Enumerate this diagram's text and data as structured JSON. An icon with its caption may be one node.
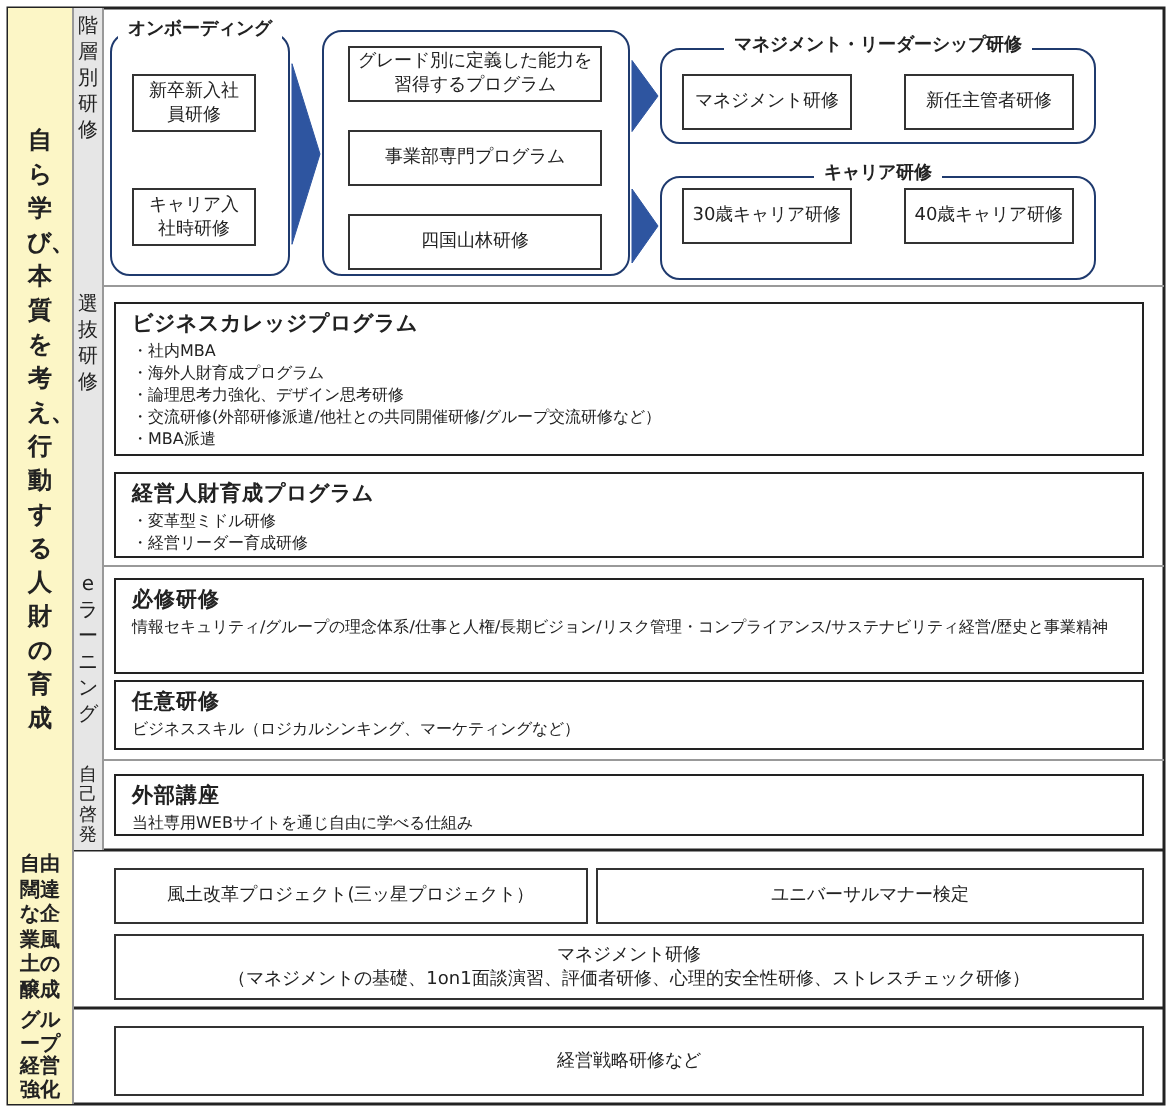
{
  "diagram": {
    "nodes": [
      {
        "text": [
          "自ら学び、本質を考え、行動する人財の育成"
        ]
      },
      {
        "text": [
          "階層別研修"
        ]
      },
      {
        "text": [
          "選抜研修"
        ]
      },
      {
        "text": [
          "eラーニング"
        ]
      },
      {
        "text": [
          "自己啓発"
        ]
      },
      {
        "text": [
          "オンボーディング"
        ]
      },
      {
        "text": [
          "新卒新入社員研修"
        ],
        "in": 5
      },
      {
        "text": [
          "キャリア入社時研修"
        ],
        "in": 5
      },
      {
        "text": [],
        "shape": "box"
      },
      {
        "text": [
          "グレード別に定義した能力を習得するプログラム"
        ],
        "in": 8
      },
      {
        "text": [
          "事業部専門プログラム"
        ],
        "in": 8
      },
      {
        "text": [
          "四国山林研修"
        ],
        "in": 8
      },
      {
        "text": [
          "マネジメント・リーダーシップ研修"
        ]
      },
      {
        "text": [
          "マネジメント研修"
        ],
        "in": 12
      },
      {
        "text": [
          "新任主管者研修"
        ],
        "in": 12
      },
      {
        "text": [
          "キャリア研修"
        ]
      },
      {
        "text": [
          "30歳キャリア研修"
        ],
        "in": 15
      },
      {
        "text": [
          "40歳キャリア研修"
        ],
        "in": 15
      },
      {
        "text": [
          "ビジネスカレッジプログラム",
          "・社内MBA",
          "・海外人財育成プログラム",
          "・論理思考力強化、デザイン思考研修",
          "・交流研修(外部研修派遣/他社との共同開催研修/グループ交流研修など）",
          "・MBA派遣"
        ]
      },
      {
        "text": [
          "経営人財育成プログラム",
          "・変革型ミドル研修",
          "・経営リーダー育成研修"
        ]
      },
      {
        "text": [
          "必修研修",
          "情報セキュリティ/グループの理念体系/仕事と人権/長期ビジョン/リスク管理・コンプライアンス/サステナビリティ経営/歴史と事業精神"
        ]
      },
      {
        "text": [
          "任意研修",
          "ビジネススキル（ロジカルシンキング、マーケティングなど）"
        ]
      },
      {
        "text": [
          "外部講座",
          "当社専用WEBサイトを通じ自由に学べる仕組み"
        ]
      },
      {
        "text": [
          "自由闊達な企業風土の醸成"
        ]
      },
      {
        "text": [
          "風土改革プロジェクト(三ッ星プロジェクト）"
        ]
      },
      {
        "text": [
          "ユニバーサルマナー検定"
        ]
      },
      {
        "text": [
          "マネジメント研修",
          "（マネジメントの基礎、1on1面談演習、評価者研修、心理的安全性研修、ストレスチェック研修）"
        ]
      },
      {
        "text": [
          "グループ経営強化"
        ]
      },
      {
        "text": [
          "経営戦略研修など"
        ]
      }
    ],
    "edges": [
      {
        "from": 5,
        "to": 8,
        "arrow": "to"
      },
      {
        "from": 8,
        "to": 12,
        "arrow": "to"
      },
      {
        "from": 8,
        "to": 15,
        "arrow": "to"
      }
    ]
  }
}
